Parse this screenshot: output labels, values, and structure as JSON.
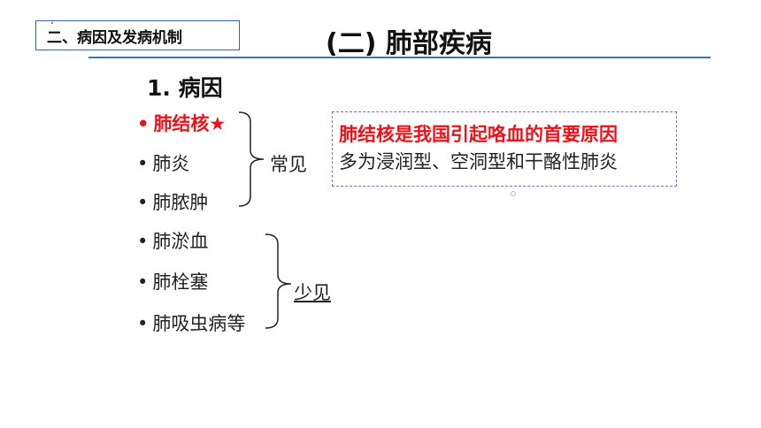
{
  "section_tag": "二、病因及发病机制",
  "title": "(二) 肺部疾病",
  "subheading": "1. 病因",
  "bullet": "•",
  "common_group": {
    "items": [
      "肺结核★",
      "肺炎",
      "肺脓肿"
    ],
    "label": "常见"
  },
  "rare_group": {
    "items": [
      "肺淤血",
      "肺栓塞",
      "肺吸虫病等"
    ],
    "label": "少见"
  },
  "note": {
    "line1": "肺结核是我国引起咯血的首要原因",
    "line2": "多为浸润型、空洞型和干酪性肺炎"
  },
  "colors": {
    "highlight": "#e8141c",
    "rule": "#3f73b8",
    "box_border": "#3a5fa8",
    "note_border": "#7a6fc0"
  }
}
